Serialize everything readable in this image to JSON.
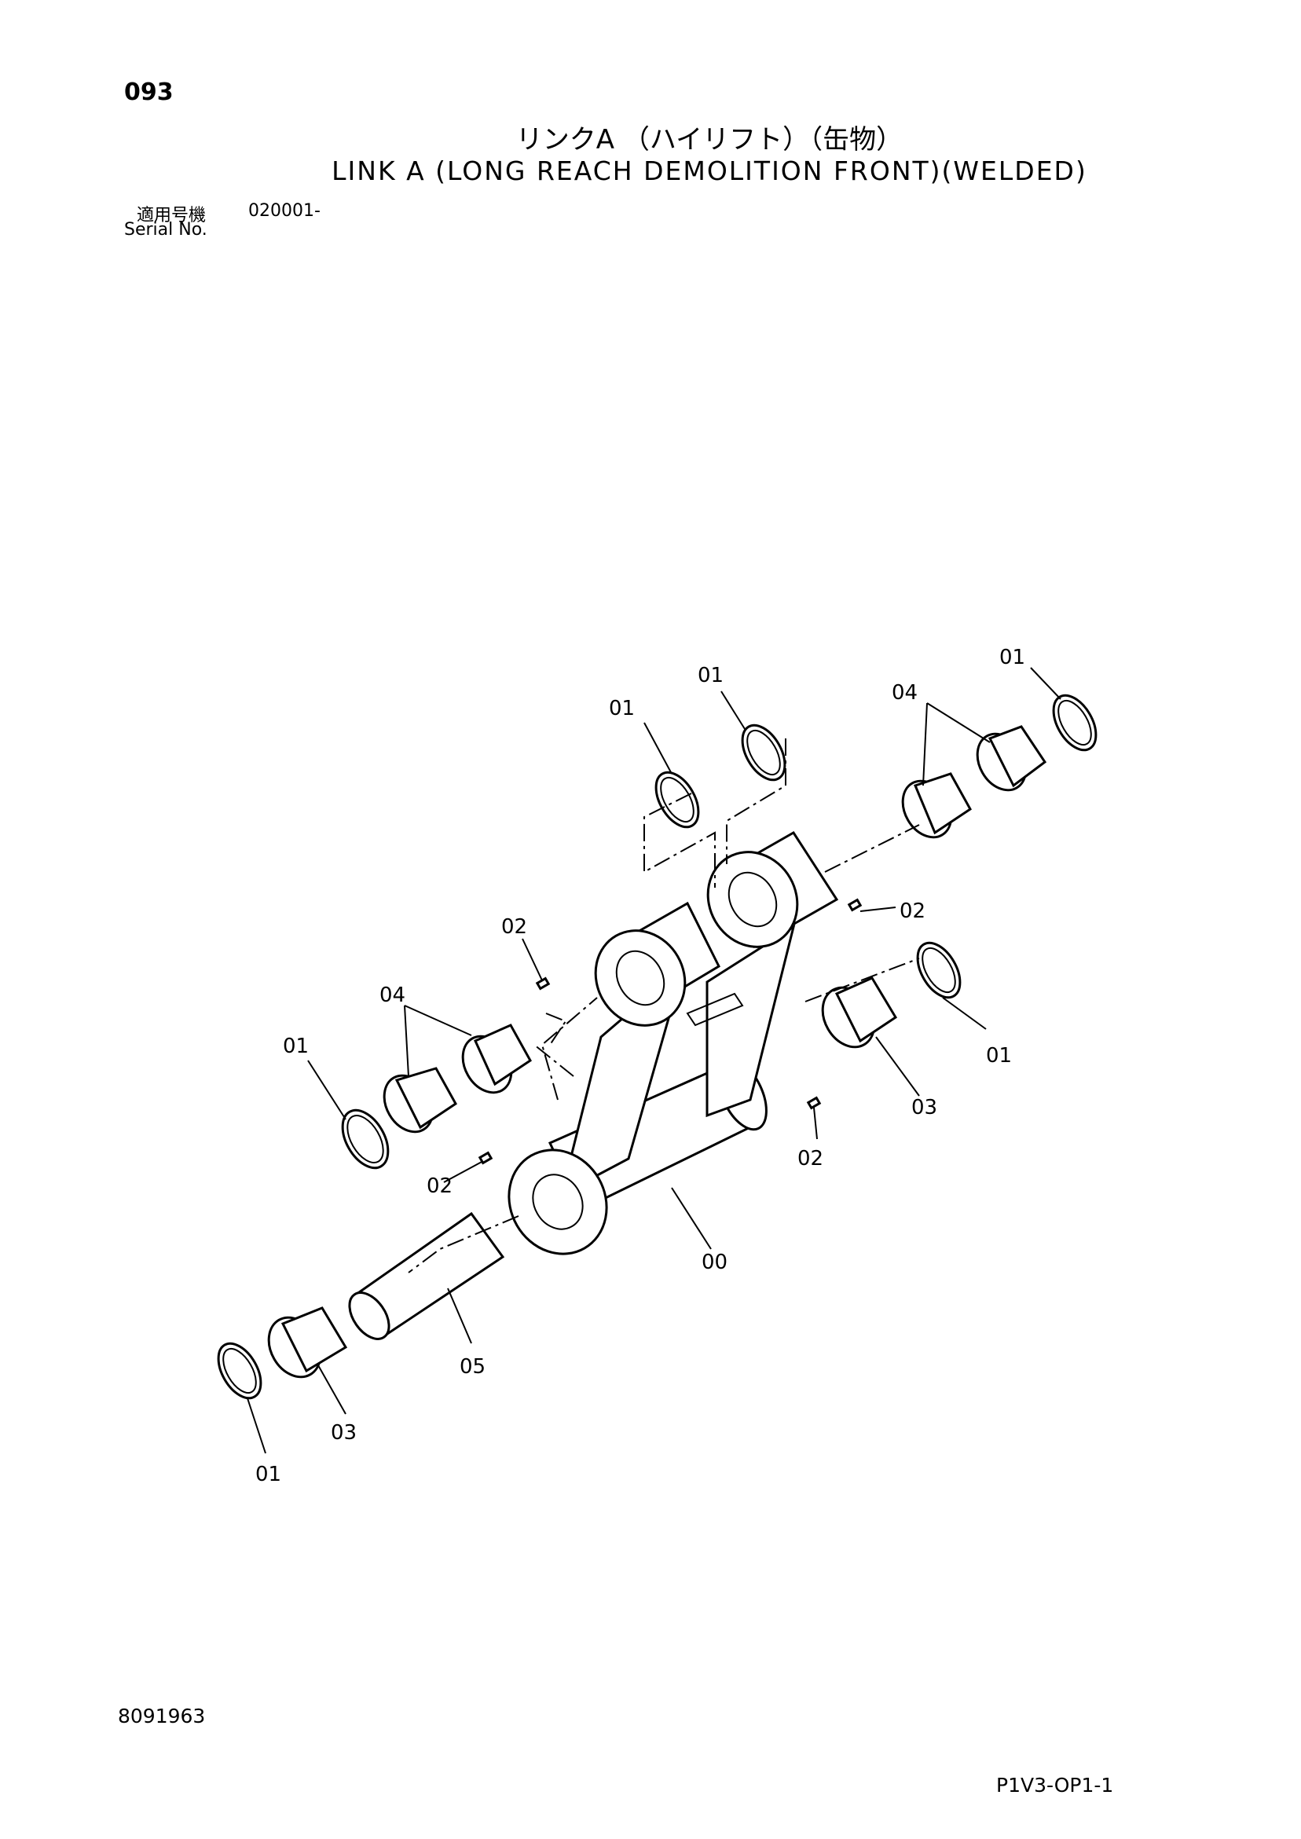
{
  "header": {
    "page_number": "093",
    "title_jp": "リンクA （ハイリフト）（缶物）",
    "title_en": "LINK A (LONG REACH DEMOLITION FRONT)(WELDED)",
    "serial_label_jp": "適用号機",
    "serial_range": "020001-",
    "serial_label_en": "Serial No."
  },
  "callouts": [
    {
      "id": "callout-00",
      "label": "00"
    },
    {
      "id": "callout-01-a",
      "label": "01"
    },
    {
      "id": "callout-01-b",
      "label": "01"
    },
    {
      "id": "callout-01-c",
      "label": "01"
    },
    {
      "id": "callout-01-d",
      "label": "01"
    },
    {
      "id": "callout-01-e",
      "label": "01"
    },
    {
      "id": "callout-01-f",
      "label": "01"
    },
    {
      "id": "callout-02-a",
      "label": "02"
    },
    {
      "id": "callout-02-b",
      "label": "02"
    },
    {
      "id": "callout-02-c",
      "label": "02"
    },
    {
      "id": "callout-02-d",
      "label": "02"
    },
    {
      "id": "callout-03-a",
      "label": "03"
    },
    {
      "id": "callout-03-b",
      "label": "03"
    },
    {
      "id": "callout-04-a",
      "label": "04"
    },
    {
      "id": "callout-04-b",
      "label": "04"
    },
    {
      "id": "callout-05",
      "label": "05"
    }
  ],
  "footer": {
    "drawing_number": "8091963",
    "page_code": "P1V3-OP1-1"
  }
}
